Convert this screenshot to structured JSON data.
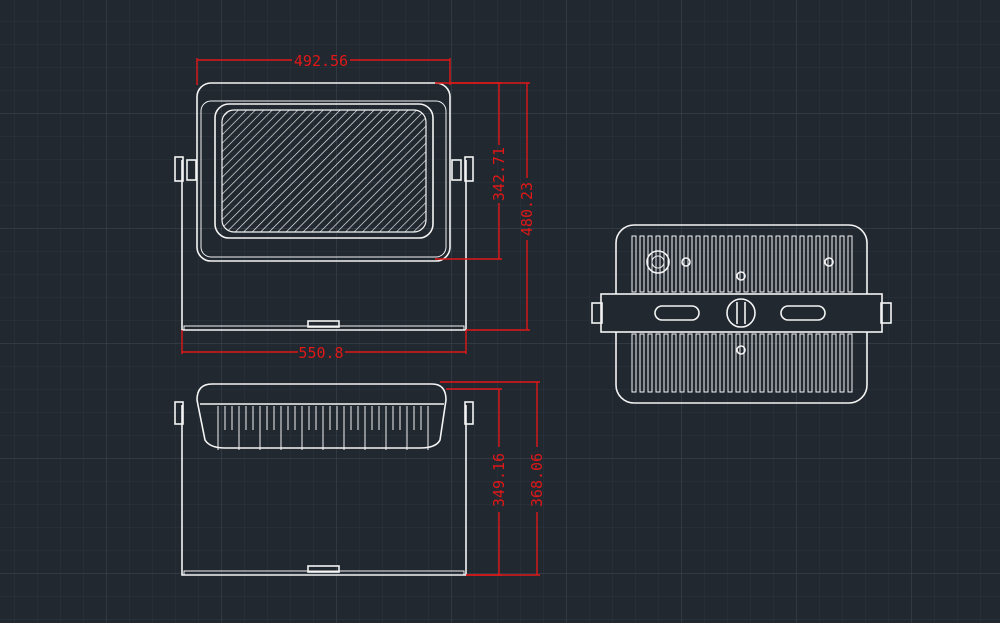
{
  "drawing": {
    "front_view": {
      "dimensions": {
        "body_width": "492.56",
        "body_height": "342.71",
        "overall_height": "480.23",
        "bracket_width": "550.8"
      }
    },
    "side_view": {
      "dimensions": {
        "inner_height": "349.16",
        "overall_height": "368.06"
      }
    },
    "colors": {
      "background": "#212830",
      "geometry": "#f4f4f4",
      "dimension": "#e01818",
      "grid": "#3a434e"
    }
  }
}
